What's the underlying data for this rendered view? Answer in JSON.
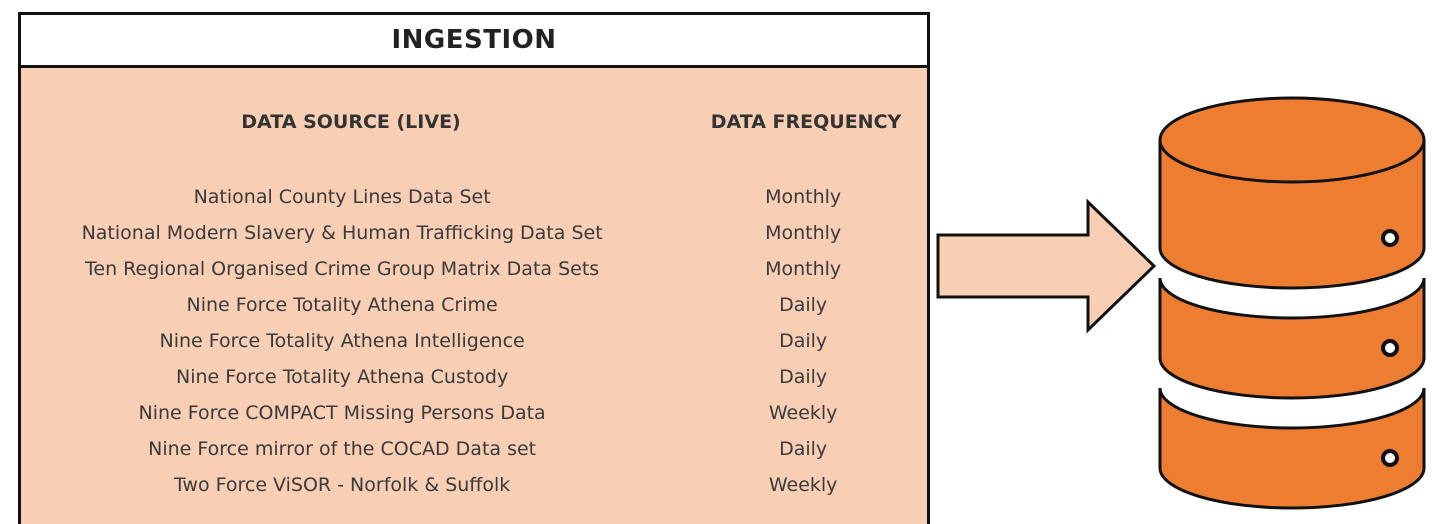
{
  "panel": {
    "title": "INGESTION",
    "col_source": "DATA SOURCE (LIVE)",
    "col_frequency": "DATA FREQUENCY"
  },
  "rows": [
    {
      "source": "National County Lines Data Set",
      "frequency": "Monthly"
    },
    {
      "source": "National Modern Slavery & Human Trafficking Data Set",
      "frequency": "Monthly"
    },
    {
      "source": "Ten Regional Organised Crime Group Matrix Data Sets",
      "frequency": "Monthly"
    },
    {
      "source": "Nine Force Totality Athena Crime",
      "frequency": "Daily"
    },
    {
      "source": "Nine Force Totality Athena Intelligence",
      "frequency": "Daily"
    },
    {
      "source": "Nine Force Totality Athena Custody",
      "frequency": "Daily"
    },
    {
      "source": "Nine Force COMPACT Missing Persons Data",
      "frequency": "Weekly"
    },
    {
      "source": "Nine Force mirror of the COCAD Data set",
      "frequency": "Daily"
    },
    {
      "source": "Two Force ViSOR - Norfolk & Suffolk",
      "frequency": "Weekly"
    }
  ],
  "colors": {
    "panel_fill": "#f8cfb4",
    "arrow_fill": "#f8cfb4",
    "database_fill": "#ed7d31",
    "outline": "#111111"
  },
  "icons": {
    "arrow": "right-arrow-icon",
    "database": "database-icon"
  }
}
